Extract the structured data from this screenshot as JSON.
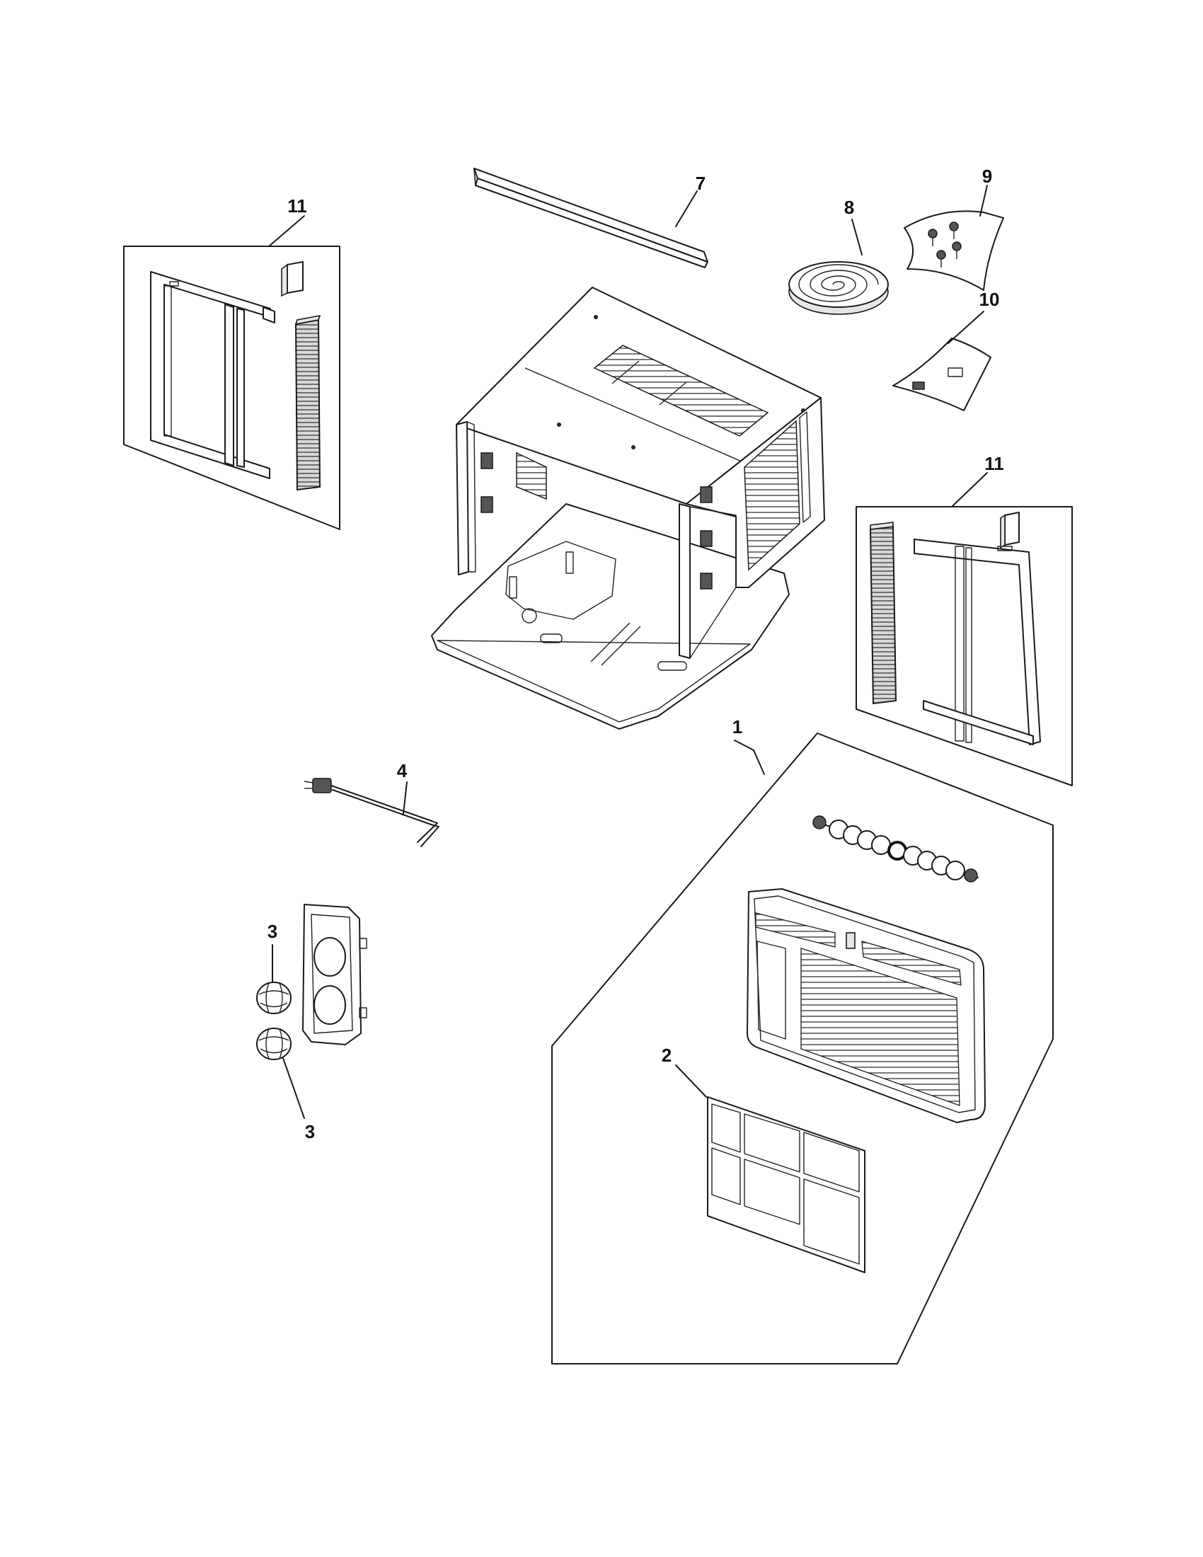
{
  "callouts": {
    "c1": "1",
    "c2": "2",
    "c3a": "3",
    "c3b": "3",
    "c4": "4",
    "c7": "7",
    "c8": "8",
    "c9": "9",
    "c10": "10",
    "c11a": "11",
    "c11b": "11"
  }
}
